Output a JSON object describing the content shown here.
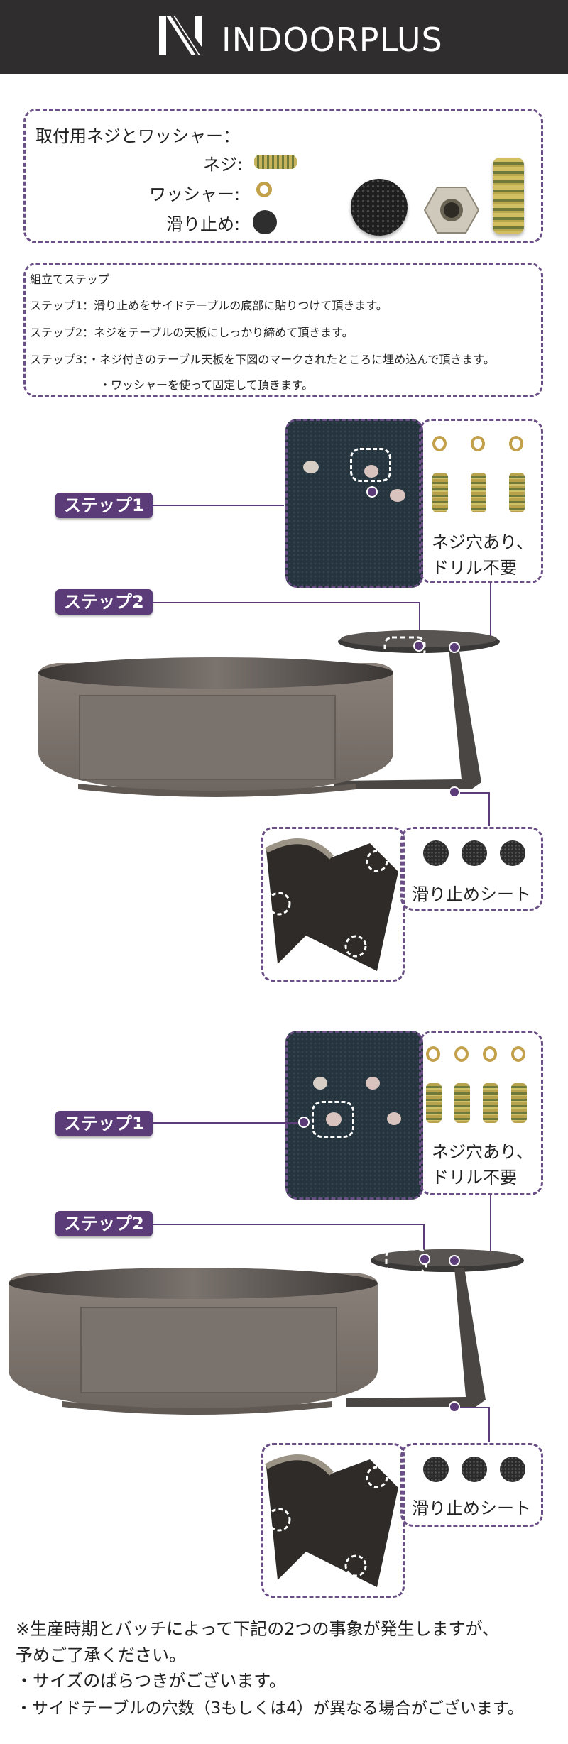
{
  "header": {
    "brand": "INDOORPLUS"
  },
  "parts": {
    "title": "取付用ネジとワッシャー：",
    "screw_label": "ネジ:",
    "washer_label": "ワッシャー:",
    "pad_label": "滑り止め:"
  },
  "steps_box": {
    "title": "組立てステップ",
    "step1": "ステップ1：滑り止めをサイドテーブルの底部に貼りつけて頂きます。",
    "step2": "ステップ2：ネジをテーブルの天板にしっかり締めて頂きます。",
    "step3a": "ステップ3：・ネジ付きのテーブル天板を下図のマークされたところに埋め込んで頂きます。",
    "step3b": "・ワッシャーを使って固定して頂きます。"
  },
  "diagram1": {
    "step1_label": "ステップ1",
    "step2_label": "ステップ2",
    "hole_text_1": "ネジ穴あり、",
    "hole_text_2": "ドリル不要",
    "pad_text": "滑り止めシート"
  },
  "diagram2": {
    "step1_label": "ステップ1",
    "step2_label": "ステップ2",
    "hole_text_1": "ネジ穴あり、",
    "hole_text_2": "ドリル不要",
    "pad_text": "滑り止めシート"
  },
  "footer": {
    "note1": "※生産時期とバッチによって下記の2つの事象が発生しますが、",
    "note2": "予めご了承ください。",
    "bullet1": "・サイズのばらつきがございます。",
    "bullet2": "・サイドテーブルの穴数（3もしくは4）が異なる場合がございます。"
  },
  "colors": {
    "header_bg": "#2f2d2e",
    "accent": "#5b3c78",
    "dashed": "#6a4f86"
  },
  "icons": [
    "logo-n-mark",
    "screw-icon",
    "washer-icon",
    "anti-slip-pad-icon"
  ]
}
